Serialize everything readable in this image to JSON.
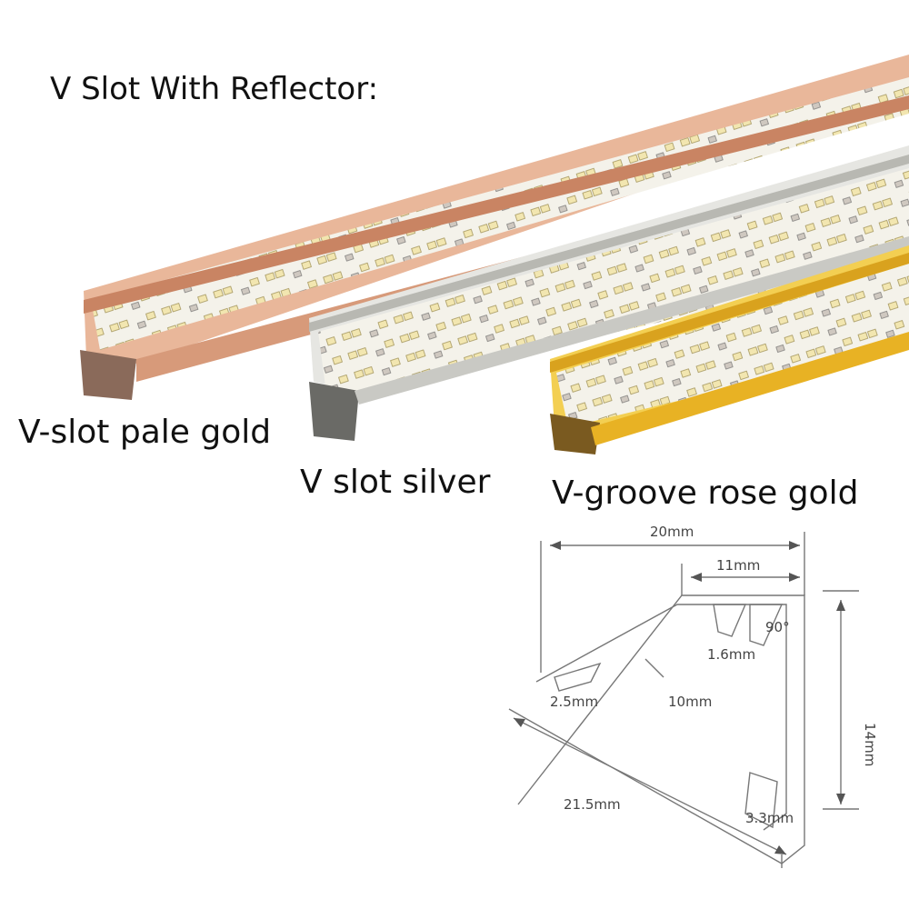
{
  "title": "V Slot With Reflector:",
  "profiles": [
    {
      "label": "V-slot pale gold",
      "color": "#e1a88c"
    },
    {
      "label": "V slot silver",
      "color": "#d6d6d2"
    },
    {
      "label": "V-groove rose gold",
      "color": "#efc53a"
    }
  ],
  "diagram": {
    "width_top": "20mm",
    "width_inner": "11mm",
    "height": "14mm",
    "angle": "90°",
    "wall": "1.6mm",
    "lip": "2.5mm",
    "inner": "10mm",
    "diagonal": "21.5mm",
    "foot": "3.3mm"
  }
}
